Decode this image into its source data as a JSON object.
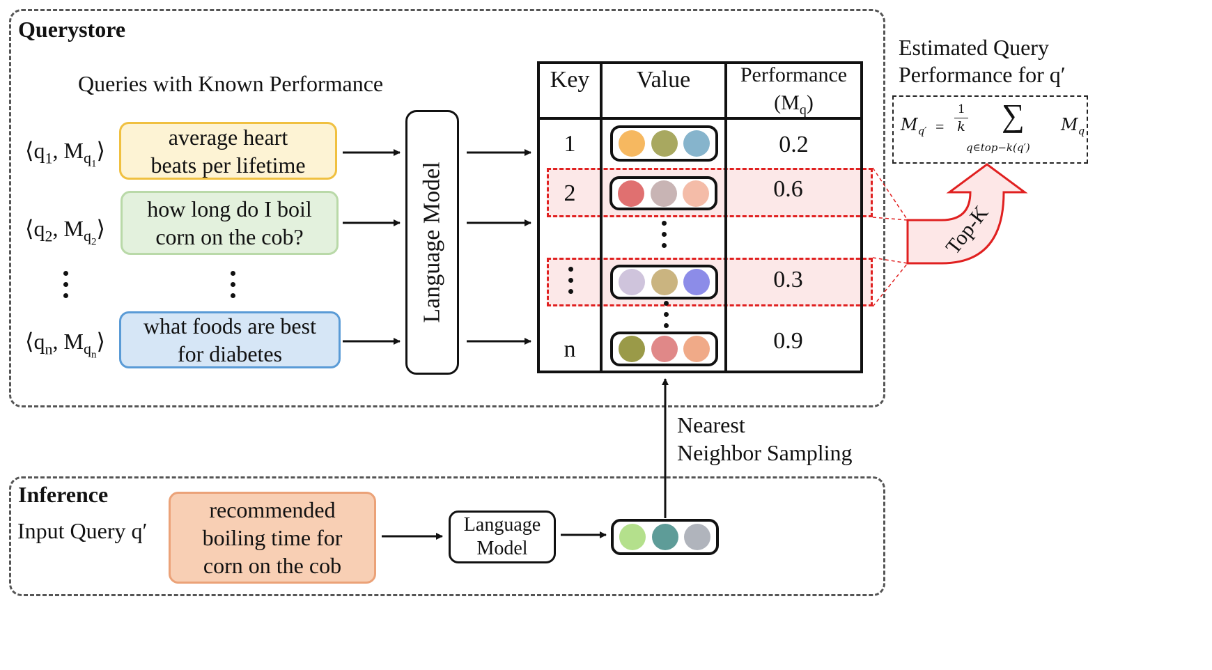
{
  "querystore": {
    "title": "Querystore",
    "subtitle": "Queries with Known Performance",
    "pairs": [
      {
        "q": "q",
        "qs": "1",
        "m": "M",
        "ms": "q",
        "mss": "1"
      },
      {
        "q": "q",
        "qs": "2",
        "m": "M",
        "ms": "q",
        "mss": "2"
      },
      {
        "q": "q",
        "qs": "n",
        "m": "M",
        "ms": "q",
        "mss": "n"
      }
    ],
    "queries": [
      {
        "text": "average heart\nbeats per lifetime",
        "bg": "#fdf3d4",
        "border": "#f0c040"
      },
      {
        "text": "how long do I boil\ncorn on the cob?",
        "bg": "#e3f1dd",
        "border": "#b9d9a8"
      },
      {
        "text": "what foods are best\nfor diabetes",
        "bg": "#d6e6f6",
        "border": "#5a9bd6"
      }
    ],
    "language_model": "Language Model"
  },
  "table": {
    "headers": {
      "key": "Key",
      "value": "Value",
      "performance": "Performance",
      "perf_sym": "M",
      "perf_sub": "q"
    },
    "rows": [
      {
        "key": "1",
        "performance": "0.2",
        "colors": [
          "#f6b860",
          "#a8a860",
          "#86b4cc"
        ]
      },
      {
        "key": "2",
        "performance": "0.6",
        "colors": [
          "#e07070",
          "#c8b4b4",
          "#f4bca8"
        ]
      },
      {
        "key": "",
        "performance": "0.3",
        "colors": [
          "#cfc4dc",
          "#cab480",
          "#8c8ce8"
        ]
      },
      {
        "key": "n",
        "performance": "0.9",
        "colors": [
          "#9a9a48",
          "#e08888",
          "#f0aa88"
        ]
      }
    ]
  },
  "topk": {
    "label": "Top-K",
    "color": "#e02020"
  },
  "estimate": {
    "title_line1": "Estimated Query",
    "title_line2": "Performance for",
    "qprime": "q′",
    "formula": {
      "lhs": "M",
      "lhs_sub": "q′",
      "eq": "=",
      "num": "1",
      "den": "k",
      "sum": "∑",
      "under": "q∈top−k(q′)",
      "rhs": "M",
      "rhs_sub": "q"
    }
  },
  "nn": {
    "line1": "Nearest",
    "line2": "Neighbor Sampling"
  },
  "inference": {
    "title": "Inference",
    "input_label": "Input Query q′",
    "query_text": "recommended\nboiling time for\ncorn on the cob",
    "query_bg": "#f8cfb4",
    "query_border": "#eba278",
    "language_model": "Language\nModel",
    "vector_colors": [
      "#b4e08c",
      "#5e9c98",
      "#b0b4bc"
    ]
  }
}
